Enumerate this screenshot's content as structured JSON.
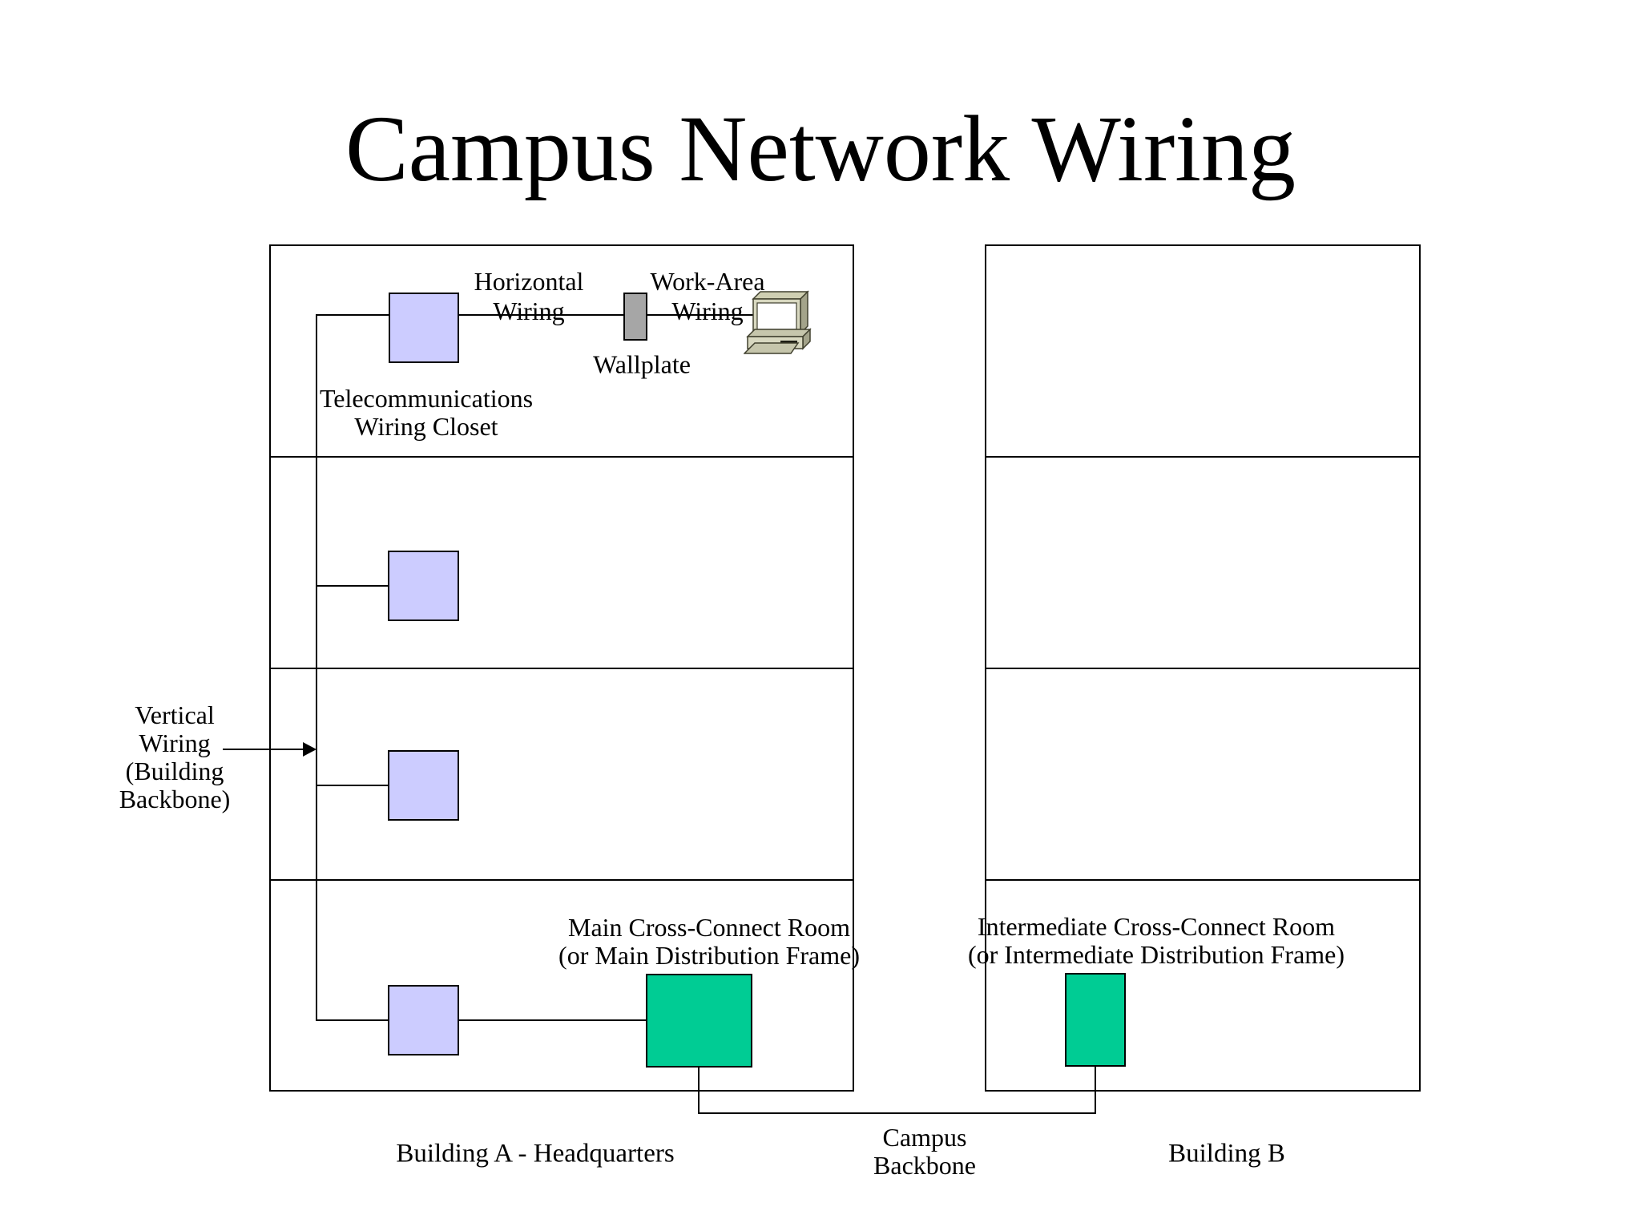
{
  "title": "Campus Network Wiring",
  "colors": {
    "wiring_closet": "#CCCCFF",
    "cross_connect": "#00CC94",
    "wallplate": "#A6A6A6",
    "line": "#000000"
  },
  "labels": {
    "horizontal_wiring": [
      "Horizontal",
      "Wiring"
    ],
    "work_area_wiring": [
      "Work-Area",
      "Wiring"
    ],
    "wallplate": "Wallplate",
    "telecom_closet": [
      "Telecommunications",
      "Wiring Closet"
    ],
    "vertical_wiring": [
      "Vertical",
      "Wiring",
      "(Building",
      "Backbone)"
    ],
    "main_cross_connect": [
      "Main Cross-Connect Room",
      "(or Main Distribution Frame)"
    ],
    "intermediate_cross_connect": [
      "Intermediate Cross-Connect Room",
      "(or Intermediate Distribution Frame)"
    ],
    "campus_backbone": [
      "Campus",
      "Backbone"
    ],
    "building_a": "Building A - Headquarters",
    "building_b": "Building B"
  }
}
